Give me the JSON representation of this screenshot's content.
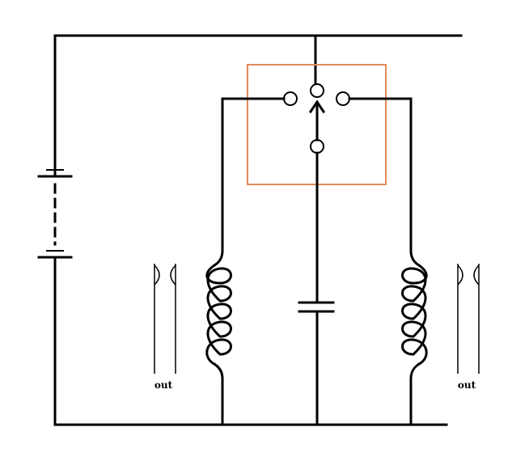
{
  "diagram": {
    "labels": {
      "left_out": "out",
      "right_out": "out"
    },
    "colors": {
      "wire": "#000000",
      "switch_box": "#e08a5a",
      "background": "#ffffff"
    },
    "components": [
      "battery",
      "rotary-switch",
      "left-inductor",
      "capacitor",
      "right-inductor",
      "left-pickup-coil",
      "right-pickup-coil"
    ]
  }
}
